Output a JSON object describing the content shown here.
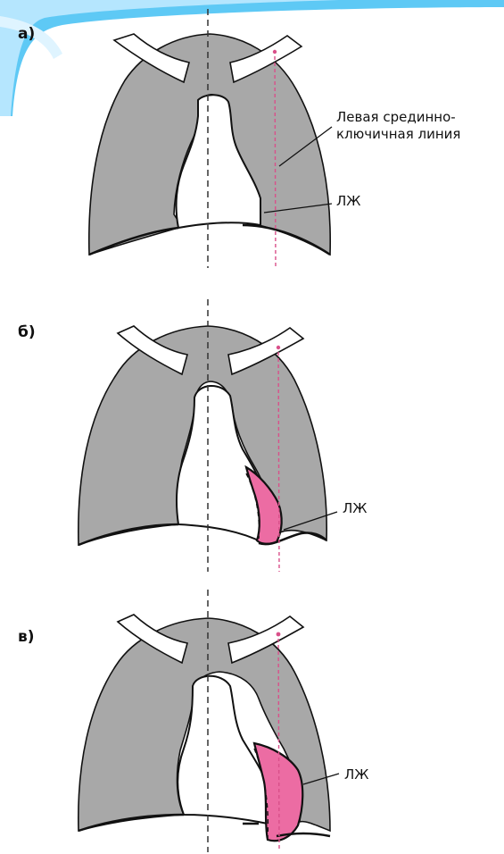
{
  "colors": {
    "lung_fill": "#a8a8a8",
    "outline": "#111111",
    "enlarged_ventricle": "#ec6ca3",
    "midclavicular_line": "#d9508a",
    "midline": "#333333",
    "accent_light": "#bfe9ff",
    "accent_dark": "#5ec9f5"
  },
  "panels": [
    {
      "label": "а)",
      "callouts": {
        "midclavicular": "Левая срединно-\nключичная линия",
        "lv": "ЛЖ"
      }
    },
    {
      "label": "б)",
      "callouts": {
        "lv": "ЛЖ"
      }
    },
    {
      "label": "в)",
      "callouts": {
        "lv": "ЛЖ"
      }
    }
  ]
}
